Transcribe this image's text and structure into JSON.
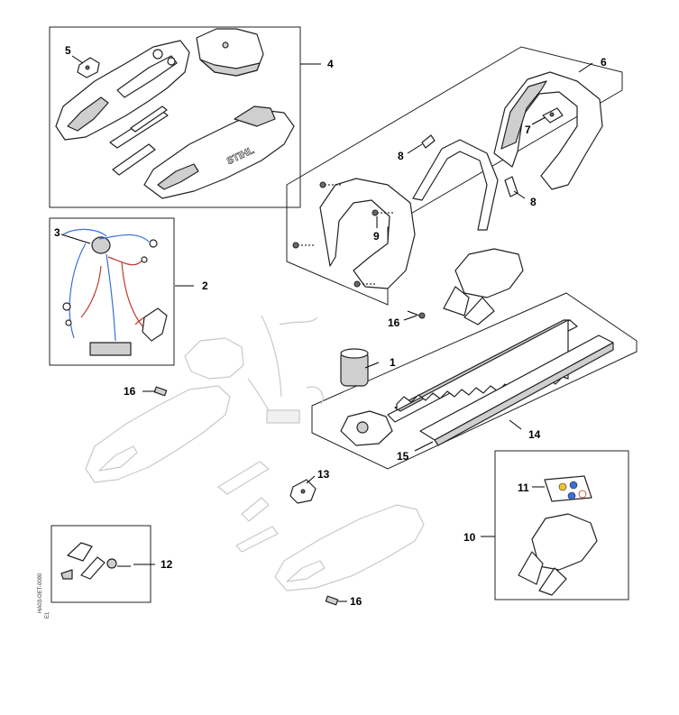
{
  "callouts": [
    {
      "id": "c1",
      "label": "1"
    },
    {
      "id": "c2",
      "label": "2"
    },
    {
      "id": "c3",
      "label": "3"
    },
    {
      "id": "c4",
      "label": "4"
    },
    {
      "id": "c5",
      "label": "5"
    },
    {
      "id": "c6",
      "label": "6"
    },
    {
      "id": "c7",
      "label": "7"
    },
    {
      "id": "c8a",
      "label": "8"
    },
    {
      "id": "c8b",
      "label": "8"
    },
    {
      "id": "c9",
      "label": "9"
    },
    {
      "id": "c10",
      "label": "10"
    },
    {
      "id": "c11",
      "label": "11"
    },
    {
      "id": "c12",
      "label": "12"
    },
    {
      "id": "c13",
      "label": "13"
    },
    {
      "id": "c14",
      "label": "14"
    },
    {
      "id": "c15",
      "label": "15"
    },
    {
      "id": "c16a",
      "label": "16"
    },
    {
      "id": "c16b",
      "label": "16"
    },
    {
      "id": "c16c",
      "label": "16"
    }
  ],
  "side_code": "HA03-OET-0090",
  "side_code_2": "E1",
  "brand_text": "STIHL"
}
